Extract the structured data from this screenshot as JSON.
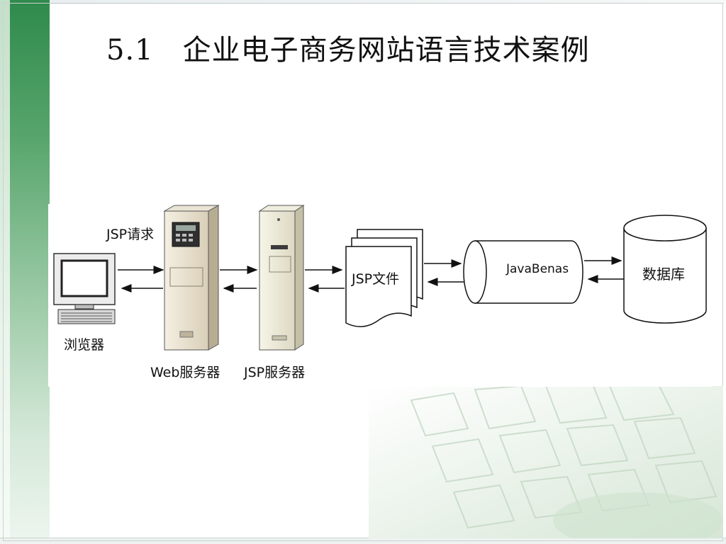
{
  "slide": {
    "title": "5.1　企业电子商务网站语言技术案例"
  },
  "diagram": {
    "request_label": "JSP请求",
    "nodes": {
      "browser": {
        "label": "浏览器",
        "icon": "computer-icon"
      },
      "web_server": {
        "label": "Web服务器",
        "icon": "server-tower-icon"
      },
      "jsp_server": {
        "label": "JSP服务器",
        "icon": "server-tower-icon"
      },
      "jsp_files": {
        "label": "JSP文件",
        "icon": "document-stack-icon"
      },
      "javabeans": {
        "label": "JavaBenas",
        "icon": "cylinder-icon"
      },
      "database": {
        "label": "数据库",
        "icon": "database-icon"
      }
    }
  }
}
